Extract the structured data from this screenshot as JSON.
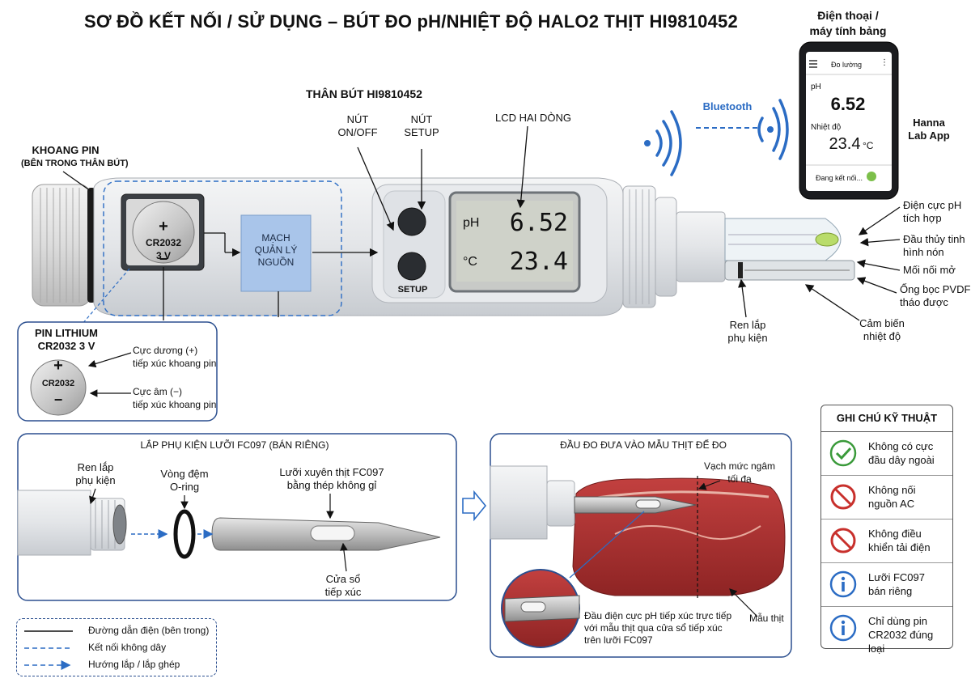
{
  "title": "SƠ ĐỒ KẾT NỐI / SỬ DỤNG – BÚT ĐO pH/NHIỆT ĐỘ HALO2 THỊT HI9810452",
  "pen": {
    "body_label": "THÂN BÚT HI9810452",
    "battery_compartment": [
      "KHOANG PIN",
      "(BÊN TRONG THÂN BÚT)"
    ],
    "battery_model": "CR2032",
    "battery_voltage": "3 V",
    "battery_plus": "+",
    "battery_minus": "−",
    "power_circuit": [
      "MẠCH",
      "QUẢN LÝ",
      "NGUỒN"
    ],
    "on_off_label": [
      "NÚT",
      "ON/OFF"
    ],
    "setup_label": [
      "NÚT",
      "SETUP"
    ],
    "setup_text": "SETUP",
    "lcd_label": "LCD HAI DÒNG",
    "lcd_ph_unit": "pH",
    "lcd_ph_value": "6.52",
    "lcd_temp_unit": "°C",
    "lcd_temp_value": "23.4",
    "accessory_thread": [
      "Ren lắp",
      "phụ kiện"
    ],
    "electrode": [
      "Điện cực pH",
      "tích hợp"
    ],
    "conical_tip": [
      "Đầu thủy tinh",
      "hình nón"
    ],
    "open_junction": "Mối nối mở",
    "pvdf_sleeve": [
      "Ống bọc PVDF",
      "tháo được"
    ],
    "temp_sensor": [
      "Cảm biến",
      "nhiệt độ"
    ]
  },
  "wireless": {
    "bluetooth_label": "Bluetooth",
    "device_label": [
      "Điện thoại /",
      "máy tính bảng"
    ],
    "app_label": [
      "Hanna",
      "Lab App"
    ],
    "phone": {
      "menu_title": "Đo lường",
      "ph_label": "pH",
      "ph_value": "6.52",
      "temp_label": "Nhiệt độ",
      "temp_value": "23.4",
      "temp_unit": "°C",
      "status": "Đang kết nối..."
    }
  },
  "battery_detail": {
    "title": [
      "PIN LITHIUM",
      "CR2032 3 V"
    ],
    "coin_label": "CR2032",
    "plus": "+",
    "minus": "−",
    "positive": [
      "Cực dương (+)",
      "tiếp xúc khoang pin"
    ],
    "negative": [
      "Cực âm (−)",
      "tiếp xúc khoang pin"
    ]
  },
  "accessory_panel": {
    "title": "LẮP PHỤ KIỆN LƯỠI FC097 (BÁN RIÊNG)",
    "thread": [
      "Ren lắp",
      "phụ kiện"
    ],
    "oring": [
      "Vòng đệm",
      "O-ring"
    ],
    "blade": [
      "Lưỡi xuyên thịt FC097",
      "bằng thép không gỉ"
    ],
    "window": [
      "Cửa sổ",
      "tiếp xúc"
    ]
  },
  "meat_panel": {
    "title": "ĐẦU ĐO ĐƯA VÀO MẪU THỊT ĐỂ ĐO",
    "immersion": [
      "Vạch mức ngâm",
      "tối đa"
    ],
    "sample": "Mẫu thịt",
    "contact_note": [
      "Đầu điện cực pH tiếp xúc trực tiếp",
      "với mẫu thịt qua cửa sổ tiếp xúc",
      "trên lưỡi FC097"
    ]
  },
  "notes": {
    "title": "GHI CHÚ KỸ THUẬT",
    "items": [
      {
        "icon": "check-icon",
        "lines": [
          "Không có cực",
          "đầu dây ngoài"
        ]
      },
      {
        "icon": "prohibited-icon",
        "lines": [
          "Không nối",
          "nguồn AC"
        ]
      },
      {
        "icon": "prohibited-icon",
        "lines": [
          "Không điều",
          "khiển tải điện"
        ]
      },
      {
        "icon": "info-icon",
        "lines": [
          "Lưỡi FC097",
          "bán riêng"
        ]
      },
      {
        "icon": "info-icon",
        "lines": [
          "Chỉ dùng pin",
          "CR2032 đúng loại"
        ]
      }
    ]
  },
  "legend": {
    "internal": "Đường dẫn điện (bên trong)",
    "wireless": "Kết nối không dây",
    "assembly": "Hướng lắp / lắp ghép"
  },
  "colors": {
    "accent_blue": "#2b6cc4",
    "check_green": "#3a9a3a",
    "prohibit_red": "#c8302c",
    "info_blue": "#2b6cc4"
  }
}
